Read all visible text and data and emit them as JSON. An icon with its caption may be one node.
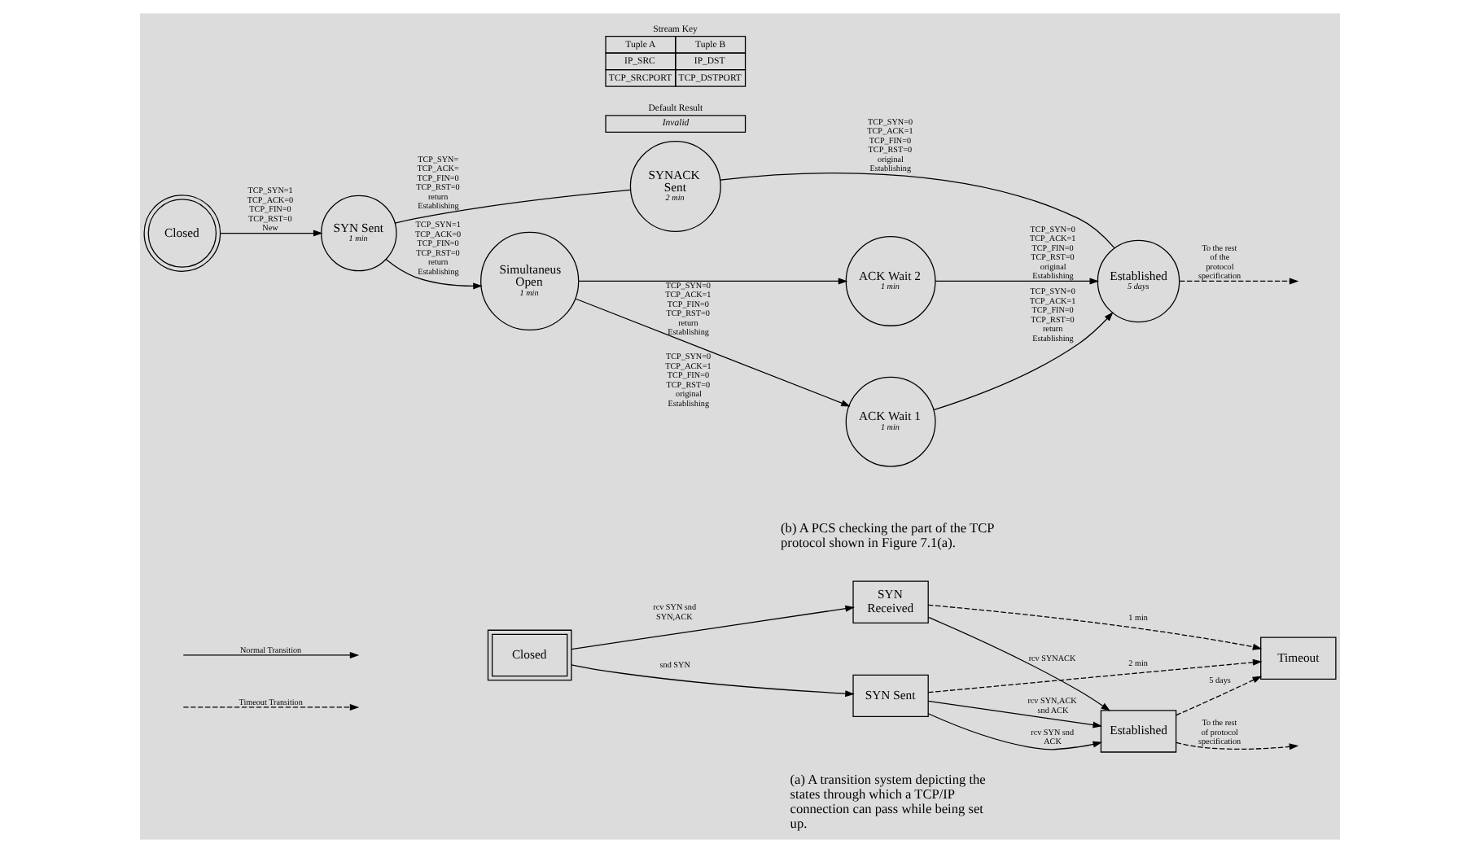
{
  "diagram": {
    "nodes": [
      {
        "text": [
          "Closed"
        ]
      },
      {
        "text": [
          "SYN Received"
        ]
      },
      {
        "text": [
          "SYN Sent"
        ]
      },
      {
        "text": [
          "Established"
        ]
      },
      {
        "text": [
          "Timeout"
        ]
      },
      {
        "text": [
          "SYNACK Sent",
          "2 min"
        ]
      },
      {
        "text": [
          "Closed"
        ]
      },
      {
        "text": [
          "SYN Sent",
          "1 min"
        ]
      },
      {
        "text": [
          "Simultaneus Open",
          "1 min"
        ]
      },
      {
        "text": [
          "ACK Wait 2",
          "1 min"
        ]
      },
      {
        "text": [
          "ACK Wait 1",
          "1 min"
        ]
      },
      {
        "text": [
          "Established",
          "5 days"
        ]
      }
    ],
    "edges": [
      {
        "from": 0,
        "to": 1,
        "arrow": "to",
        "label": "rcv SYN snd SYN,ACK"
      },
      {
        "from": 0,
        "to": 2,
        "arrow": "to",
        "label": "snd SYN"
      },
      {
        "from": 1,
        "to": 3,
        "arrow": "to",
        "label": "rcv SYNACK"
      },
      {
        "from": 2,
        "to": 3,
        "arrow": "to",
        "label": "rcv SYN snd ACK"
      },
      {
        "from": 2,
        "to": 3,
        "arrow": "to",
        "label": "rcv SYN,ACK snd ACK"
      },
      {
        "from": 1,
        "to": 4,
        "arrow": "to",
        "label": "1 min",
        "style": "dashed"
      },
      {
        "from": 3,
        "to": 4,
        "arrow": "to",
        "label": "5 days",
        "style": "dashed"
      },
      {
        "from": 2,
        "to": 4,
        "arrow": "to",
        "label": "2 min",
        "style": "dashed"
      },
      {
        "from": 3,
        "to": null,
        "arrow": "to",
        "label": "To the rest of protocol specification",
        "style": "dashed"
      },
      {
        "from": 6,
        "to": 7,
        "arrow": "to",
        "label": "TCP_SYN=1 TCP_ACK=0 TCP_FIN=0 TCP_RST=0 New"
      },
      {
        "from": 7,
        "to": 5,
        "arrow": "none",
        "label": "TCP_SYN= TCP_ACK= TCP_FIN=0 TCP_RST=0 return Establishing"
      },
      {
        "from": 5,
        "to": 11,
        "arrow": "none",
        "label": "TCP_SYN=0 TCP_ACK=1 TCP_FIN=0 TCP_RST=0 original Establishing"
      },
      {
        "from": 7,
        "to": 8,
        "arrow": "to",
        "label": "TCP_SYN=1 TCP_ACK=0 TCP_FIN=0 TCP_RST=0 return Establishing"
      },
      {
        "from": 8,
        "to": 9,
        "arrow": "to",
        "label": "TCP_SYN=0 TCP_ACK=1 TCP_FIN=0 TCP_RST=0 return Establishing"
      },
      {
        "from": 8,
        "to": 10,
        "arrow": "to",
        "label": "TCP_SYN=0 TCP_ACK=1 TCP_FIN=0 TCP_RST=0 original Establishing"
      },
      {
        "from": 9,
        "to": 11,
        "arrow": "to",
        "label": "TCP_SYN=0 TCP_ACK=1 TCP_FIN=0 TCP_RST=0 original Establishing"
      },
      {
        "from": 10,
        "to": 11,
        "arrow": "to",
        "label": "TCP_SYN=0 TCP_ACK=1 TCP_FIN=0 TCP_RST=0 return Establishing"
      },
      {
        "from": 11,
        "to": null,
        "arrow": "to",
        "label": "To the rest of the protocol specification",
        "style": "dashed"
      }
    ],
    "labels": [
      "Stream Key",
      "Tuple A",
      "Tuple B",
      "IP_SRC",
      "IP_DST",
      "TCP_SRCPORT",
      "TCP_DSTPORT",
      "Default Result",
      "Invalid",
      "(a) A transition system depicting the states through which a TCP/IP connection can pass while being set up.",
      "(b) A PCS checking the part of the TCP protocol shown in Figure 7.1(a)."
    ],
    "legend": [
      {
        "text": "Normal Transition"
      },
      {
        "text": "Timeout Transition"
      }
    ]
  }
}
